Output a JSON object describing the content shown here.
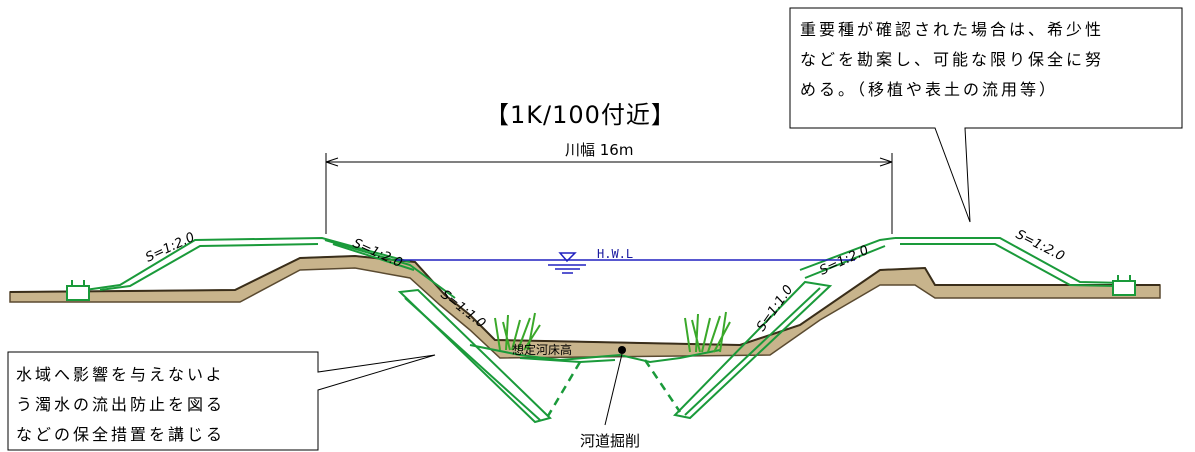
{
  "title": "【1K/100付近】",
  "river_width_label": "川幅 16m",
  "hwl_label": "H.W.L",
  "bed_label": "想定河床高",
  "excavation_label": "河道掘削",
  "slopes": {
    "left_outer": "S=1:2.0",
    "left_inner": "S=1:2.0",
    "left_lower": "S=1:1.0",
    "right_inner": "S=1:2.0",
    "right_lower": "S=1:1.0",
    "right_outer": "S=1:2.0"
  },
  "callout_right": {
    "lines": [
      "重要種が確認された場合は、希少性",
      "などを勘案し、可能な限り保全に努",
      "める。（移植や表土の流用等）"
    ]
  },
  "callout_left": {
    "lines": [
      "水域へ影響を与えないよ",
      "う濁水の流出防止を図る",
      "などの保全措置を講じる"
    ]
  },
  "colors": {
    "ground": "#c8b48c",
    "ground_line": "#5a4a30",
    "structure": "#1a9a3a",
    "water": "#2020c0",
    "vegetation": "#3aa82a"
  }
}
